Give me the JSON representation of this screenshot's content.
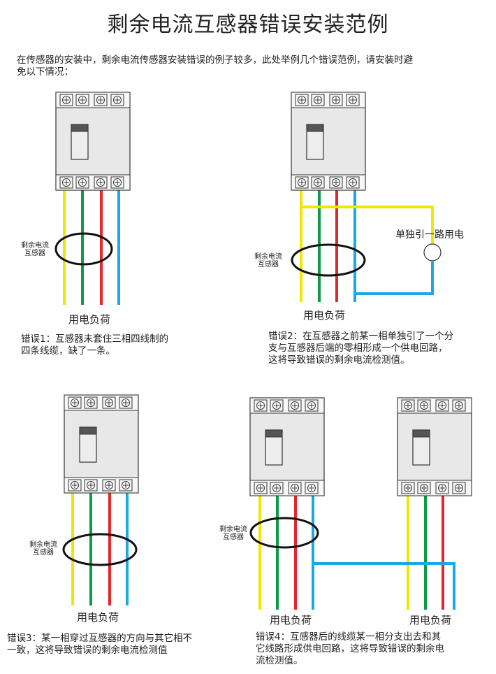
{
  "title": "剩余电流互感器错误安装范例",
  "intro": "在传感器的安装中，剩余电流传感器安装错误的例子较多，此处举例几个错误范例，请安装时避免以下情况：",
  "sensor_label_line1": "剩余电流",
  "sensor_label_line2": "互感器",
  "load_label": "用电负荷",
  "separate_load_label": "单独引一路用电",
  "errors": [
    {
      "text": "错误1：互感器未套住三相四线制的四条线缆，缺了一条。"
    },
    {
      "text": "错误2：在互感器之前某一相单独引了一个分支与互感器后端的零相形成一个供电回路，这将导致错误的剩余电流检测值。"
    },
    {
      "text": "错误3：某一相穿过互感器的方向与其它相不一致，这将导致错误的剩余电流检测值"
    },
    {
      "text": "错误4：互感器后的线缆某一相分支出去和其它线路形成供电回路，这将导致错误的剩余电流检测值。"
    }
  ],
  "colors": {
    "yellow": "#f2e600",
    "green": "#0f9a4a",
    "red": "#e6262d",
    "blue": "#1ba9e6",
    "breaker": "#e8e8e8",
    "ring": "#111111"
  }
}
